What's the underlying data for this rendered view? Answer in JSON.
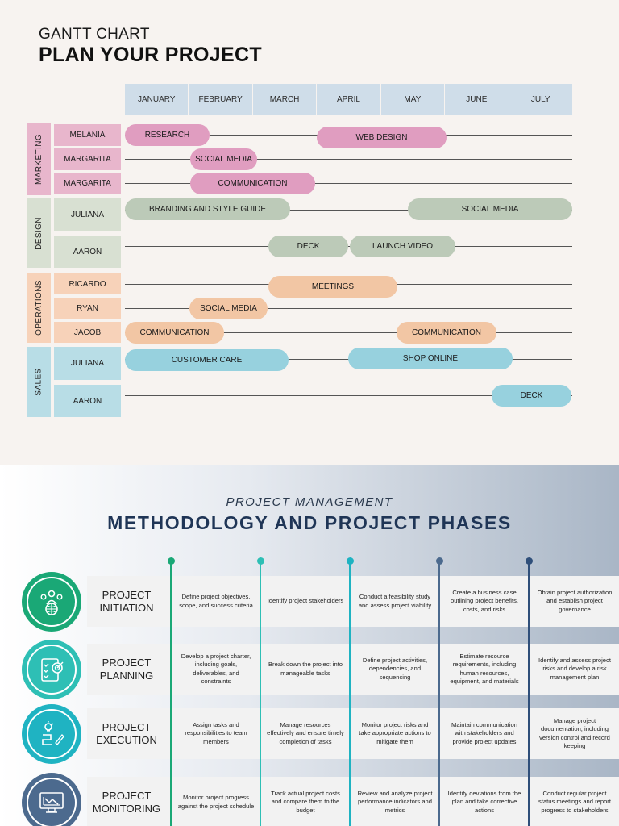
{
  "gantt": {
    "title_small": "GANTT CHART",
    "title_big": "PLAN YOUR PROJECT",
    "months": [
      "JANUARY",
      "FEBRUARY",
      "MARCH",
      "APRIL",
      "MAY",
      "JUNE",
      "JULY"
    ],
    "departments": [
      "MARKETING",
      "DESIGN",
      "OPERATIONS",
      "SALES"
    ],
    "people": [
      "MELANIA",
      "MARGARITA",
      "MARGARITA",
      "JULIANA",
      "AARON",
      "RICARDO",
      "RYAN",
      "JACOB",
      "JULIANA",
      "AARON"
    ],
    "tasks": [
      "RESEARCH",
      "WEB DESIGN",
      "SOCIAL MEDIA",
      "COMMUNICATION",
      "BRANDING AND STYLE GUIDE",
      "SOCIAL MEDIA",
      "DECK",
      "LAUNCH VIDEO",
      "MEETINGS",
      "SOCIAL MEDIA",
      "COMMUNICATION",
      "COMMUNICATION",
      "CUSTOMER CARE",
      "SHOP ONLINE",
      "DECK"
    ]
  },
  "methodology": {
    "subtitle": "PROJECT MANAGEMENT",
    "title": "METHODOLOGY AND PROJECT PHASES",
    "phases": [
      {
        "name_1": "PROJECT",
        "name_2": "INITIATION",
        "icon": "team-globe-icon",
        "steps": [
          "Define project objectives, scope, and success criteria",
          "Identify project stakeholders",
          "Conduct a feasibility study and assess project viability",
          "Create a business case outlining project benefits, costs, and risks",
          "Obtain project authorization and establish project governance"
        ]
      },
      {
        "name_1": "PROJECT",
        "name_2": "PLANNING",
        "icon": "checklist-target-icon",
        "steps": [
          "Develop a project charter, including goals, deliverables, and constraints",
          "Break down the project into manageable tasks",
          "Define project activities, dependencies, and sequencing",
          "Estimate resource requirements, including human resources, equipment, and materials",
          "Identify and assess project risks and develop a risk management plan"
        ]
      },
      {
        "name_1": "PROJECT",
        "name_2": "EXECUTION",
        "icon": "idea-flow-icon",
        "steps": [
          "Assign tasks and responsibilities to team members",
          "Manage resources effectively and ensure timely completion of tasks",
          "Monitor project risks and take appropriate actions to mitigate them",
          "Maintain communication with stakeholders and provide project updates",
          "Manage project documentation, including version control and record keeping"
        ]
      },
      {
        "name_1": "PROJECT",
        "name_2": "MONITORING",
        "icon": "monitor-chart-icon",
        "steps": [
          "Monitor project progress against the project schedule",
          "Track actual project costs and compare them to the budget",
          "Review and analyze project performance indicators and metrics",
          "Identify deviations from the plan and take corrective actions",
          "Conduct regular project status meetings and report progress to stakeholders"
        ]
      }
    ]
  },
  "colors": {
    "marketing": "#e09dc0",
    "design": "#bccab8",
    "operations": "#f2c6a4",
    "sales": "#97d1de",
    "methodology_title": "#1f3556",
    "phase_1": "#1aa876",
    "phase_2": "#2ebfb5",
    "phase_3": "#1fb3c2",
    "phase_4": "#4c6a8e"
  }
}
